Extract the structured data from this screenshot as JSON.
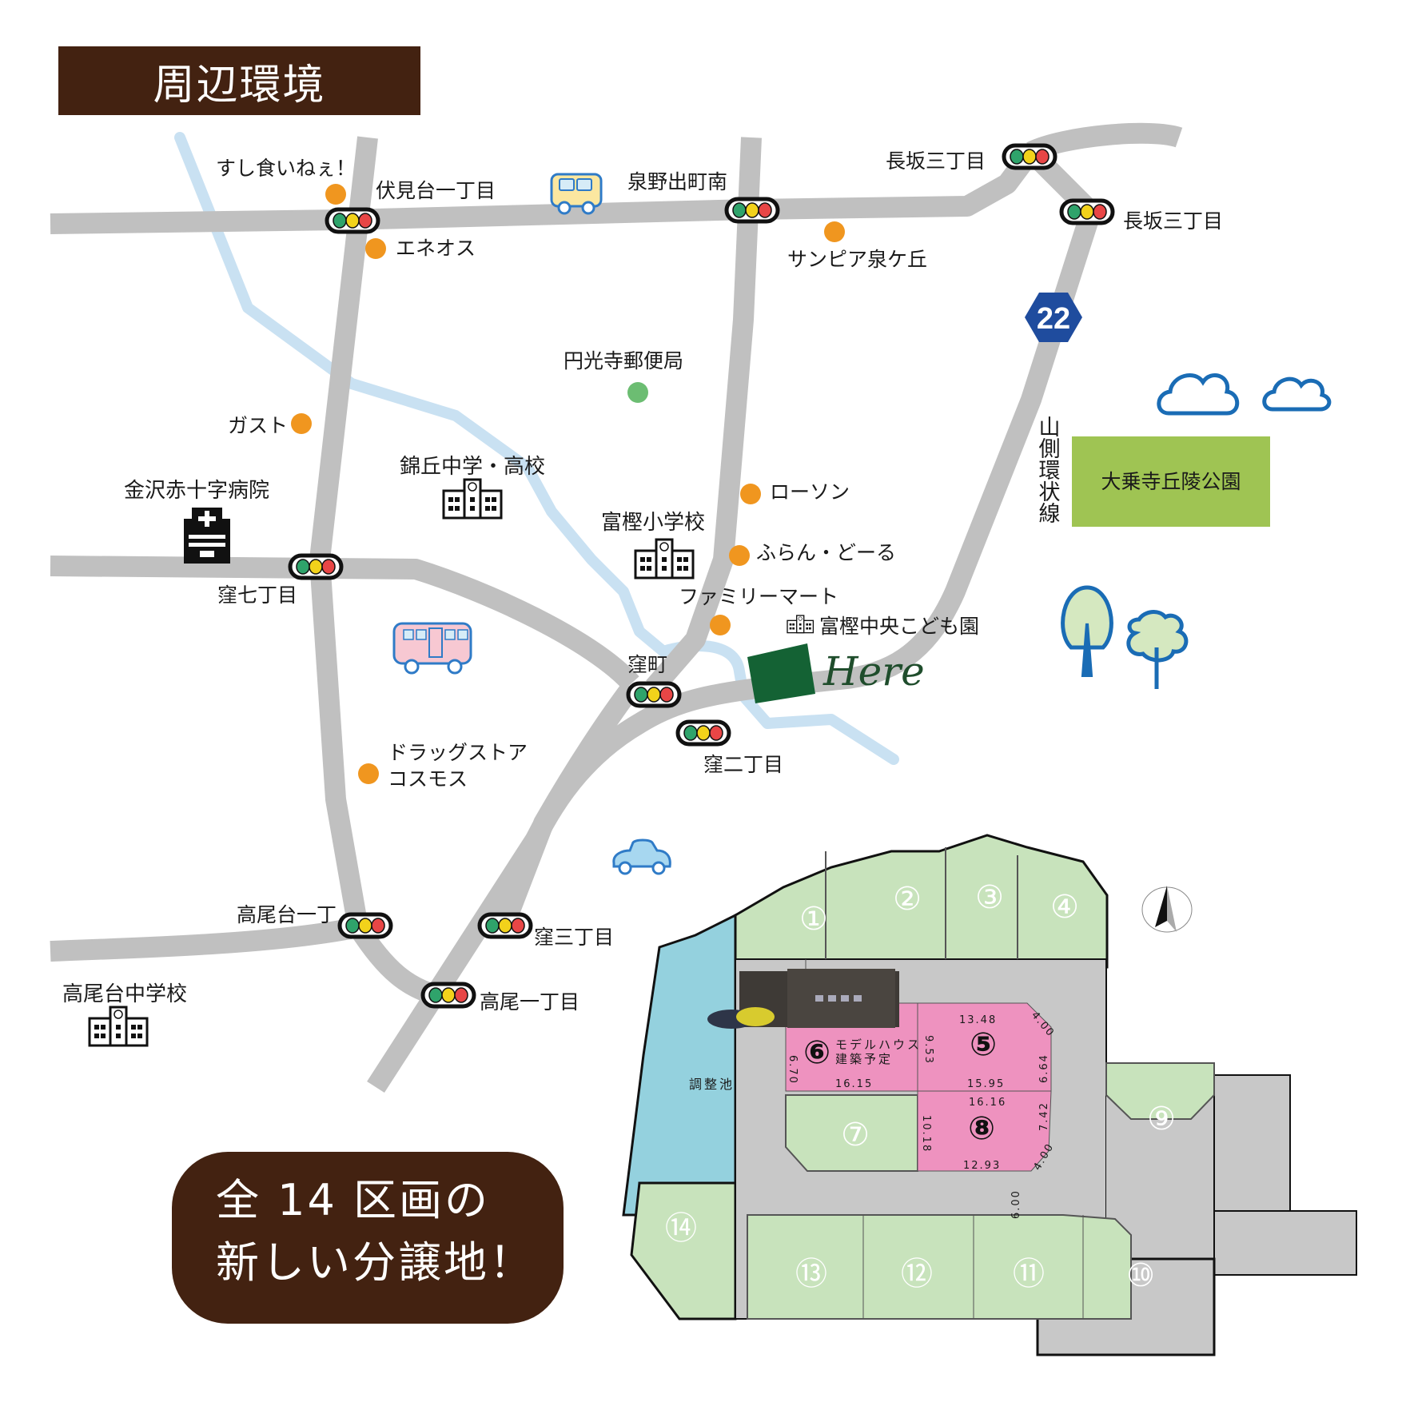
{
  "title": "周辺環境",
  "promo": {
    "line1": "全 14 区画の",
    "line2": "新しい分譲地！"
  },
  "colors": {
    "road": "#c0c0c0",
    "river": "#c9e1f2",
    "poi_orange": "#f0961f",
    "poi_green": "#6cbd72",
    "here_green": "#146234",
    "park": "#9fc453",
    "lot_green": "#c8e3bc",
    "lot_pink": "#ee92bf",
    "pond": "#94d1de",
    "brand_brown": "#432211",
    "route_blue": "#1f4c9e"
  },
  "route_badge": "22",
  "road_name": "山側環状線",
  "here_label": "Here",
  "intersections": [
    {
      "name": "伏見台一丁目"
    },
    {
      "name": "泉野出町南"
    },
    {
      "name": "長坂三丁目"
    },
    {
      "name": "長坂三丁目"
    },
    {
      "name": "窪七丁目"
    },
    {
      "name": "窪町"
    },
    {
      "name": "窪二丁目"
    },
    {
      "name": "高尾台一丁"
    },
    {
      "name": "窪三丁目"
    },
    {
      "name": "高尾一丁目"
    }
  ],
  "pois": [
    {
      "name": "すし食いねぇ！",
      "type": "shop"
    },
    {
      "name": "エネオス",
      "type": "shop"
    },
    {
      "name": "サンピア泉ケ丘",
      "type": "shop"
    },
    {
      "name": "円光寺郵便局",
      "type": "post"
    },
    {
      "name": "ガスト",
      "type": "shop"
    },
    {
      "name": "ローソン",
      "type": "shop"
    },
    {
      "name": "ふらん・どーる",
      "type": "shop"
    },
    {
      "name": "ファミリーマート",
      "type": "shop"
    },
    {
      "name": "ドラッグストア",
      "name2": "コスモス",
      "type": "shop"
    },
    {
      "name": "富樫中央こども園",
      "type": "school"
    }
  ],
  "facilities": [
    {
      "name": "金沢赤十字病院",
      "type": "hospital"
    },
    {
      "name": "錦丘中学・高校",
      "type": "school"
    },
    {
      "name": "富樫小学校",
      "type": "school"
    },
    {
      "name": "高尾台中学校",
      "type": "school"
    },
    {
      "name": "大乗寺丘陵公園",
      "type": "park"
    }
  ],
  "site_plan": {
    "pond_label": "調整池",
    "lots": [
      "①",
      "②",
      "③",
      "④",
      "⑤",
      "⑥",
      "⑦",
      "⑧",
      "⑨",
      "⑩",
      "⑪",
      "⑫",
      "⑬",
      "⑭"
    ],
    "model_house": {
      "line1": "モデルハウス",
      "line2": "建築予定"
    },
    "dimensions": {
      "lot5_top": "13.48",
      "lot5_corner": "4.00",
      "lot5_left": "9.53",
      "lot5_right": "6.64",
      "lot5_bottom": "15.95",
      "lot6_left": "6.70",
      "lot6_bottom": "16.15",
      "lot8_top": "16.16",
      "lot8_left": "10.18",
      "lot8_right": "7.42",
      "lot8_corner": "4.00",
      "lot8_bottom": "12.93",
      "road_width": "6.00"
    }
  }
}
